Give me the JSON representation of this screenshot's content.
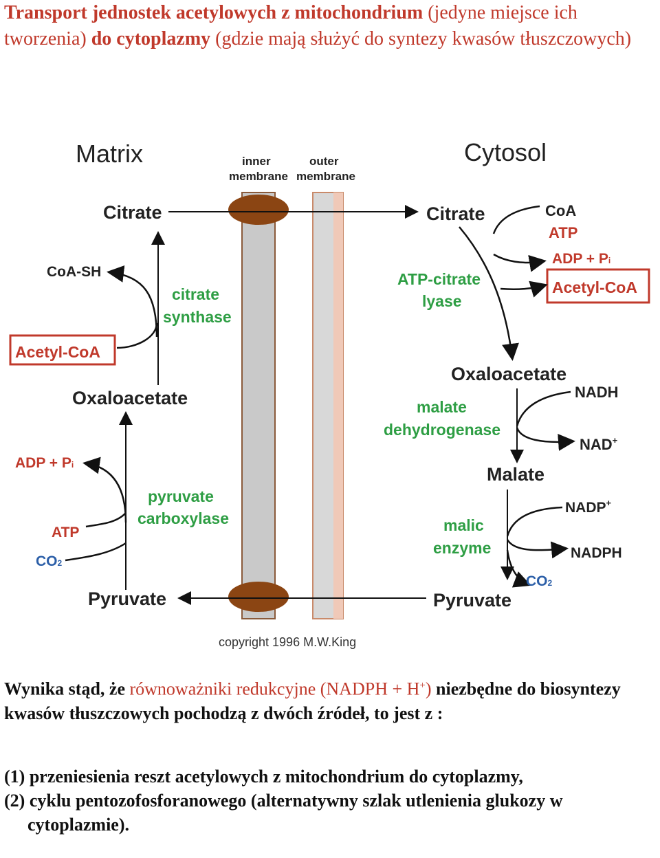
{
  "title": {
    "part1_bold": "Transport jednostek acetylowych z mitochondrium",
    "part2": " (jedyne miejsce ich tworzenia) ",
    "part3_bold": "do cytoplazmy",
    "part4": " (gdzie mają służyć do syntezy kwasów tłuszczowych)"
  },
  "diagram": {
    "matrix": "Matrix",
    "cytosol": "Cytosol",
    "inner_membrane_1": "inner",
    "inner_membrane_2": "membrane",
    "outer_membrane_1": "outer",
    "outer_membrane_2": "membrane",
    "left": {
      "citrate": "Citrate",
      "coa_sh": "CoA-SH",
      "enzyme1_1": "citrate",
      "enzyme1_2": "synthase",
      "acetyl_coa": "Acetyl-CoA",
      "oxaloacetate": "Oxaloacetate",
      "adp_pi": "ADP + P",
      "adp_sub": "i",
      "enzyme2_1": "pyruvate",
      "enzyme2_2": "carboxylase",
      "atp": "ATP",
      "co2": "CO",
      "co2_sub": "2",
      "pyruvate": "Pyruvate"
    },
    "right": {
      "citrate": "Citrate",
      "coa": "CoA",
      "atp": "ATP",
      "adp_pi": "ADP + P",
      "adp_sub": "i",
      "enzyme1_1": "ATP-citrate",
      "enzyme1_2": "lyase",
      "acetyl_coa": "Acetyl-CoA",
      "oxaloacetate": "Oxaloacetate",
      "nadh": "NADH",
      "enzyme2_1": "malate",
      "enzyme2_2": "dehydrogenase",
      "nad": "NAD",
      "nad_sup": "+",
      "malate": "Malate",
      "nadp": "NADP",
      "nadp_sup": "+",
      "enzyme3_1": "malic",
      "enzyme3_2": "enzyme",
      "nadph": "NADPH",
      "co2": "CO",
      "co2_sub": "2",
      "pyruvate": "Pyruvate"
    },
    "copyright": "copyright 1996 M.W.King"
  },
  "paragraph": {
    "p1": "Wynika stąd, że ",
    "p2_red": "równoważniki redukcyjne (NADPH + H",
    "p2_sup": "+",
    "p3_red": ")",
    "p4": " niezbędne do biosyntezy kwasów tłuszczowych pochodzą z dwóch źródeł, to jest z :"
  },
  "list": [
    "(1) przeniesienia reszt acetylowych z mitochondrium do cytoplazmy,",
    "(2) cyklu pentozofosforanowego (alternatywny szlak utlenienia glukozy w cytoplazmie)."
  ],
  "colors": {
    "title_red": "#c0392b",
    "enzyme_green": "#2e9e44",
    "highlight_red": "#c0392b",
    "blue": "#2c5fa8",
    "membrane_brown": "#8b4513"
  }
}
